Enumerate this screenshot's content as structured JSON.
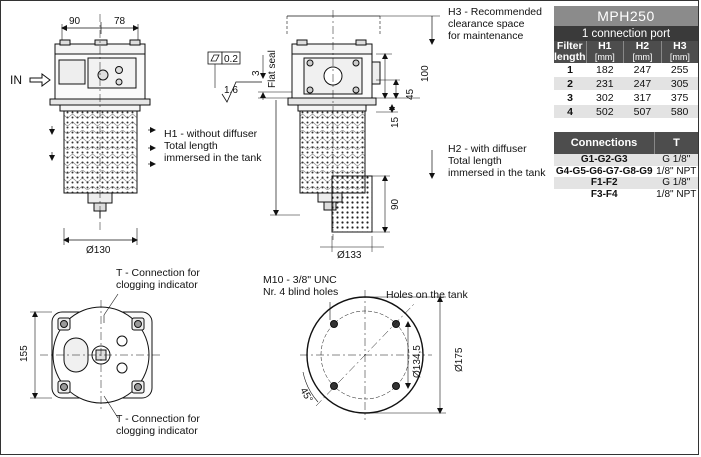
{
  "model": "MPH250",
  "subtitle": "1 connection port",
  "dims_table": {
    "headers": [
      {
        "name": "Filter",
        "unit": "length"
      },
      {
        "name": "H1",
        "unit": "[mm]"
      },
      {
        "name": "H2",
        "unit": "[mm]"
      },
      {
        "name": "H3",
        "unit": "[mm]"
      }
    ],
    "rows": [
      {
        "len": "1",
        "h1": "182",
        "h2": "247",
        "h3": "255"
      },
      {
        "len": "2",
        "h1": "231",
        "h2": "247",
        "h3": "305"
      },
      {
        "len": "3",
        "h1": "302",
        "h2": "317",
        "h3": "375"
      },
      {
        "len": "4",
        "h1": "502",
        "h2": "507",
        "h3": "580"
      }
    ]
  },
  "conn_table": {
    "headers": [
      "Connections",
      "T"
    ],
    "rows": [
      {
        "c": "G1-G2-G3",
        "t": "G 1/8\""
      },
      {
        "c": "G4-G5-G6-G7-G8-G9",
        "t": "1/8\" NPT"
      },
      {
        "c": "F1-F2",
        "t": "G 1/8\""
      },
      {
        "c": "F3-F4",
        "t": "1/8\" NPT"
      }
    ]
  },
  "labels": {
    "dim90": "90",
    "dim78": "78",
    "in": "IN",
    "tol": "0.2",
    "rough": "1.6",
    "seal_num": "3",
    "seal": "Flat seal",
    "dim100": "100",
    "dim45": "45",
    "dim15": "15",
    "dim90b": "90",
    "d130": "Ø130",
    "d133": "Ø133",
    "h3_1": "H3 - Recommended",
    "h3_2": "clearance space",
    "h3_3": "for maintenance",
    "h1_1": "H1 - without diffuser",
    "h1_2": "Total length",
    "h1_3": "immersed in the tank",
    "h2_1": "H2 - with diffuser",
    "h2_2": "Total length",
    "h2_3": "immersed in the tank",
    "t1_1": "T - Connection for",
    "t1_2": "clogging indicator",
    "t2_1": "T - Connection for",
    "t2_2": "clogging indicator",
    "dim155": "155",
    "m10_1": "M10 - 3/8\" UNC",
    "m10_2": "Nr. 4 blind holes",
    "holes": "Holes on the tank",
    "d1345": "Ø134,5",
    "d175": "Ø175",
    "deg45": "45°"
  }
}
